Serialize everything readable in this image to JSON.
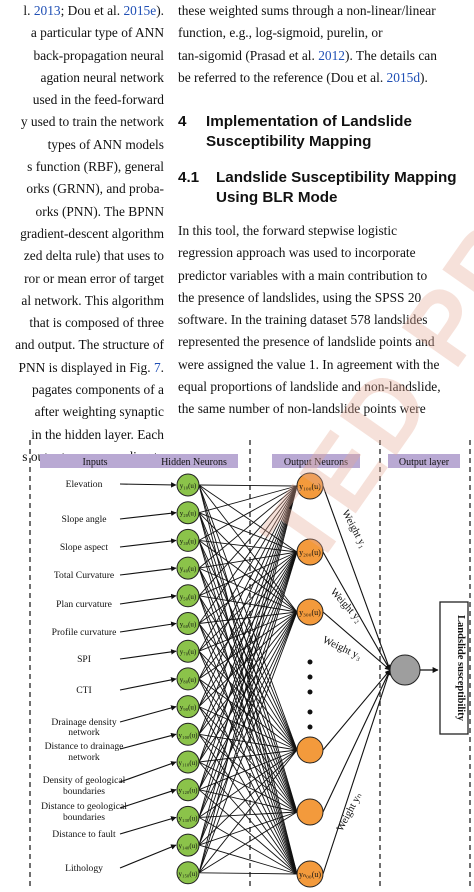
{
  "left_column": {
    "lines": [
      {
        "text": "l. ",
        "link": "2013",
        "rest": "; Dou et al. ",
        "link2": "2015e",
        "end": ")."
      },
      {
        "text": "a particular type of ANN"
      },
      {
        "text": "back-propagation neural"
      },
      {
        "text": "agation neural network"
      },
      {
        "text": "used in the feed-forward"
      },
      {
        "text": "y used to train the network"
      },
      {
        "text": "types of ANN models"
      },
      {
        "text": "s function (RBF), general"
      },
      {
        "text": "orks (GRNN), and proba-"
      },
      {
        "text": "orks (PNN). The BPNN"
      },
      {
        "text": "gradient-descent algorithm"
      },
      {
        "text": "zed delta rule) that uses to"
      },
      {
        "text": "ror or mean error of target"
      },
      {
        "text": "al network. This algorithm"
      },
      {
        "text": "that is composed of three"
      },
      {
        "text": "and output. The structure of"
      },
      {
        "text": "PNN is displayed in Fig. ",
        "link": "7",
        "end": "."
      },
      {
        "text": "pagates components of a"
      },
      {
        "text": "after weighting synaptic"
      },
      {
        "text": "in the hidden layer. Each"
      },
      {
        "text": "s outputs corresponding to"
      }
    ]
  },
  "right_column": {
    "top_lines": [
      {
        "text": "these weighted sums through a non-linear/linear"
      },
      {
        "text": "function,    e.g.,    log-sigmoid,    purelin,    or"
      },
      {
        "text": "tan-sigomid (Prasad et al. ",
        "link": "2012",
        "end": "). The details can"
      },
      {
        "text": "be referred to the reference (Dou et al. ",
        "link": "2015d",
        "end": ")."
      }
    ],
    "section_heading": {
      "number": "4",
      "line1": "Implementation of Landslide",
      "line2": "Susceptibility Mapping"
    },
    "subsection_heading": {
      "number": "4.1",
      "line1": "Landslide Susceptibility Mapping",
      "line2": "Using BLR Mode"
    },
    "body_lines": [
      {
        "text": "In  this  tool,  the  forward  stepwise  logistic"
      },
      {
        "text": "regression  approach  was  used  to  incorporate"
      },
      {
        "text": "predictor variables with a main contribution to"
      },
      {
        "text": "the presence of landslides, using the SPSS 20"
      },
      {
        "text": "software. In the training dataset 578 landslides"
      },
      {
        "text": "represented the presence of landslide points and"
      },
      {
        "text": "were assigned the value 1. In agreement with the"
      },
      {
        "text": "equal proportions of landslide and non-landslide,"
      },
      {
        "text": "the same number of non-landslide points were"
      }
    ]
  },
  "figure": {
    "headers": [
      "Inputs",
      "Hidden Neurons",
      "Output Neurons",
      "Output layer"
    ],
    "inputs": [
      "Elevation",
      "Slope angle",
      "Slope aspect",
      "Total Curvature",
      "Plan curvature",
      "Profile curvature",
      "SPI",
      "CTI",
      "Drainage density",
      "network",
      "Distance to drainage",
      "network",
      "Density of geological",
      "boundaries",
      "Distance to geological",
      "boundaries",
      "Distance to fault",
      "Lithology"
    ],
    "hidden_labels": [
      "y₁₀(u)",
      "y₂₀(u)",
      "y₃₀(u)",
      "y₄₀(u)",
      "y₅₀(u)",
      "y₆₀(u)",
      "y₇₀(u)",
      "y₈₀(u)",
      "y₉₀(u)",
      "y₁₀₀(u)",
      "y₁₁₀(u)",
      "y₁₂₀(u)",
      "y₁₃₀(u)",
      "y₁₄₀(u)",
      "y₁₅₀(u)"
    ],
    "output_labels": [
      "y₁₀₀(u)",
      "y₂₀₀(u)",
      "y₃₀₀(u)",
      "yₙ₀₀(u)"
    ],
    "weights": [
      "Weight y₁",
      "Weight y₂",
      "Weight y₃",
      "Weight yₙ"
    ],
    "result_label": "Landslide susceptibility",
    "colors": {
      "header_fill": "#b9a9d3",
      "hidden_fill": "#8bc34a",
      "output_fill": "#f39a3c",
      "final_fill": "#9e9e9e"
    }
  },
  "watermark": "TED PROOF"
}
